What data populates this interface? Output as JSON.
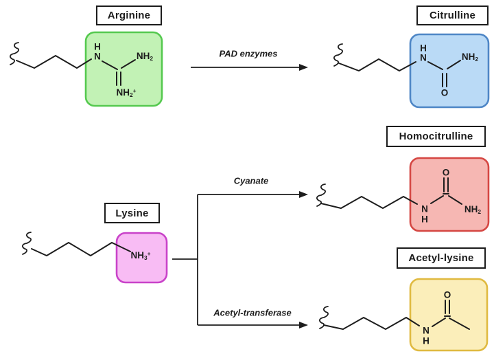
{
  "diagram": {
    "labels": {
      "arginine": "Arginine",
      "citrulline": "Citrulline",
      "homocitrulline": "Homocitrulline",
      "lysine": "Lysine",
      "acetyl_lysine": "Acetyl-lysine"
    },
    "reactions": {
      "pad": "PAD enzymes",
      "cyanate": "Cyanate",
      "acetyl_transferase": "Acetyl-transferase"
    },
    "colors": {
      "arginine_fill": "#c2f2b5",
      "arginine_border": "#55c94f",
      "citrulline_fill": "#badaf6",
      "citrulline_border": "#4e86c6",
      "lysine_fill": "#f8bcf4",
      "lysine_border": "#c943c9",
      "homocitrulline_fill": "#f6b7b3",
      "homocitrulline_border": "#d54743",
      "acetyl_lysine_fill": "#fbeeba",
      "acetyl_lysine_border": "#e0ba41",
      "line": "#1d1d1d"
    },
    "atoms": {
      "arginine": {
        "h_top": "H",
        "n": "N",
        "nh2": {
          "base": "NH",
          "sub": "2"
        },
        "nh2_plus": {
          "base": "NH",
          "sub": "2",
          "sup": "+"
        }
      },
      "citrulline": {
        "h_top": "H",
        "n": "N",
        "o": "O",
        "nh2": {
          "base": "NH",
          "sub": "2"
        }
      },
      "lysine": {
        "nh3_plus": {
          "base": "NH",
          "sub": "3",
          "sup": "+"
        }
      },
      "homocitrulline": {
        "o": "O",
        "n": "N",
        "h_bottom": "H",
        "nh2": {
          "base": "NH",
          "sub": "2"
        }
      },
      "acetyl_lysine": {
        "o": "O",
        "n": "N",
        "h_bottom": "H"
      }
    }
  }
}
